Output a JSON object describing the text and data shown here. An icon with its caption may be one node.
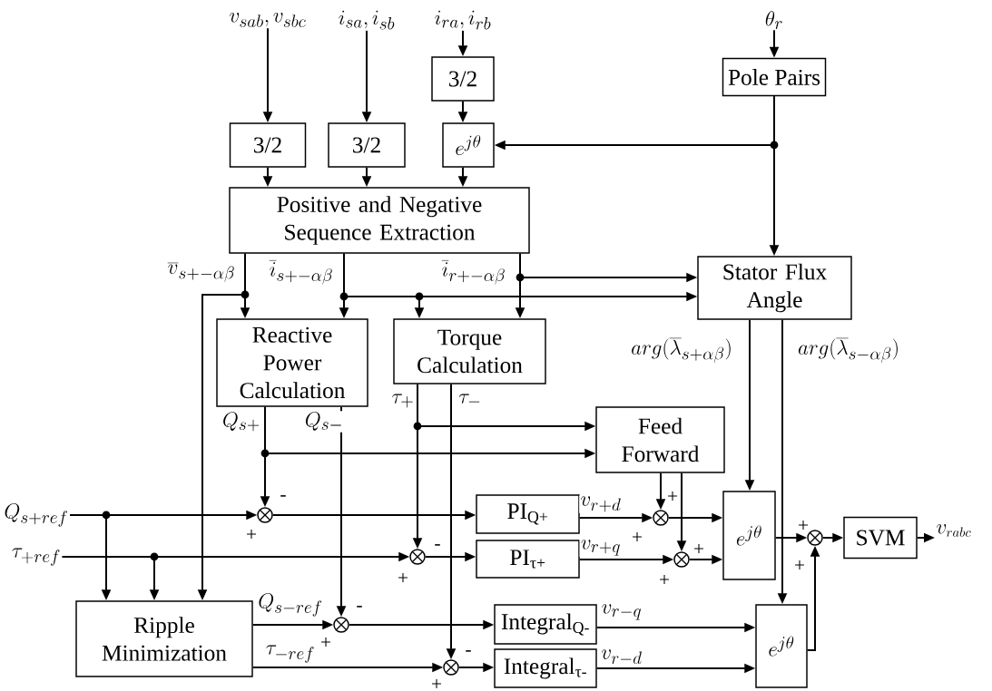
{
  "diagram": {
    "nodes": [
      {
        "text": [
          "v_{sab}, v_{sbc}"
        ]
      },
      {
        "text": [
          "i_{sa}, i_{sb}"
        ]
      },
      {
        "text": [
          "i_{ra}, i_{rb}"
        ]
      },
      {
        "text": [
          "\\theta_{r}"
        ]
      },
      {
        "text": [
          "3/2"
        ]
      },
      {
        "text": [
          "Pole Pairs"
        ]
      },
      {
        "text": [
          "3/2"
        ]
      },
      {
        "text": [
          "3/2"
        ]
      },
      {
        "text": [
          "e^{j\\theta}"
        ]
      },
      {
        "text": [
          "Positive and Negative Sequence Extraction"
        ]
      },
      {
        "text": [
          "Stator Flux Angle"
        ]
      },
      {
        "text": [
          "Reactive Power Calculation"
        ]
      },
      {
        "text": [
          "Torque Calculation"
        ]
      },
      {
        "text": [
          "Feed Forward"
        ]
      },
      {
        "text": [
          "Q_{s+ref}"
        ]
      },
      {
        "text": [],
        "shape": "circle"
      },
      {
        "text": [
          "PI$_{Q+}$"
        ]
      },
      {
        "text": [],
        "shape": "circle"
      },
      {
        "text": [
          "e^{j\\theta}"
        ]
      },
      {
        "text": [],
        "shape": "circle"
      },
      {
        "text": [
          "SVM"
        ]
      },
      {
        "text": [
          "v_{rabc}"
        ]
      },
      {
        "text": [
          "\\tau_{+ref}"
        ]
      },
      {
        "text": [],
        "shape": "circle"
      },
      {
        "text": [
          "PI$_{τ+}$"
        ]
      },
      {
        "text": [],
        "shape": "circle"
      },
      {
        "text": [
          "Ripple Minimization"
        ]
      },
      {
        "text": [],
        "shape": "circle"
      },
      {
        "text": [
          "Integral$_{Q-}$"
        ]
      },
      {
        "text": [
          "e^{j\\theta}"
        ]
      },
      {
        "text": [],
        "shape": "circle"
      },
      {
        "text": [
          "Integral$_{τ-}$"
        ]
      }
    ],
    "edges": [
      {
        "from": 0,
        "to": 6,
        "arrow": "to"
      },
      {
        "from": 1,
        "to": 7,
        "arrow": "to"
      },
      {
        "from": 2,
        "to": 4,
        "arrow": "to"
      },
      {
        "from": 4,
        "to": 8,
        "arrow": "to"
      },
      {
        "from": 3,
        "to": 5,
        "arrow": "to"
      },
      {
        "from": 5,
        "to": 8,
        "arrow": "to"
      },
      {
        "from": 5,
        "to": 10,
        "arrow": "to"
      },
      {
        "from": 6,
        "to": 9,
        "arrow": "to"
      },
      {
        "from": 7,
        "to": 9,
        "arrow": "to"
      },
      {
        "from": 8,
        "to": 9,
        "arrow": "to"
      },
      {
        "from": 9,
        "to": 11,
        "arrow": "to",
        "label": "\\overline{v}_{s+-\\alpha\\beta}"
      },
      {
        "from": 9,
        "to": 26,
        "arrow": "to"
      },
      {
        "from": 9,
        "to": 11,
        "arrow": "to",
        "label": "\\overline{i}_{s+-\\alpha\\beta}"
      },
      {
        "from": 9,
        "to": 12,
        "arrow": "to"
      },
      {
        "from": 9,
        "to": 10,
        "arrow": "to"
      },
      {
        "from": 9,
        "to": 12,
        "arrow": "to",
        "label": "\\overline{i}_{r+-\\alpha\\beta}"
      },
      {
        "from": 9,
        "to": 10,
        "arrow": "to"
      },
      {
        "from": 11,
        "to": 15,
        "arrow": "to",
        "label": "Q_{s+}"
      },
      {
        "from": 11,
        "to": 13,
        "arrow": "to"
      },
      {
        "from": 11,
        "to": 27,
        "arrow": "to",
        "label": "Q_{s-}"
      },
      {
        "from": 12,
        "to": 23,
        "arrow": "to",
        "label": "\\tau_{+}"
      },
      {
        "from": 12,
        "to": 13,
        "arrow": "to"
      },
      {
        "from": 12,
        "to": 30,
        "arrow": "to",
        "label": "\\tau_{-}"
      },
      {
        "from": 10,
        "to": 18,
        "arrow": "to",
        "label": "arg(\\overline{\\lambda}_{s+\\alpha\\beta})"
      },
      {
        "from": 10,
        "to": 29,
        "arrow": "to",
        "label": "arg(\\overline{\\lambda}_{s-\\alpha\\beta})"
      },
      {
        "from": 14,
        "to": 15,
        "arrow": "to"
      },
      {
        "from": 14,
        "to": 26,
        "arrow": "to"
      },
      {
        "from": 22,
        "to": 23,
        "arrow": "to"
      },
      {
        "from": 22,
        "to": 26,
        "arrow": "to"
      },
      {
        "from": 15,
        "to": 16,
        "arrow": "to"
      },
      {
        "from": 23,
        "to": 24,
        "arrow": "to"
      },
      {
        "from": 16,
        "to": 17,
        "arrow": "to",
        "label": "v_{r+d}"
      },
      {
        "from": 24,
        "to": 25,
        "arrow": "to",
        "label": "v_{r+q}"
      },
      {
        "from": 13,
        "to": 17,
        "arrow": "to"
      },
      {
        "from": 13,
        "to": 25,
        "arrow": "to"
      },
      {
        "from": 17,
        "to": 18,
        "arrow": "to"
      },
      {
        "from": 25,
        "to": 18,
        "arrow": "to"
      },
      {
        "from": 18,
        "to": 19,
        "arrow": "to"
      },
      {
        "from": 29,
        "to": 19,
        "arrow": "to"
      },
      {
        "from": 19,
        "to": 20,
        "arrow": "to"
      },
      {
        "from": 20,
        "to": 21,
        "arrow": "to"
      },
      {
        "from": 26,
        "to": 27,
        "arrow": "to",
        "label": "Q_{s-ref}"
      },
      {
        "from": 26,
        "to": 30,
        "arrow": "to",
        "label": "\\tau_{-ref}"
      },
      {
        "from": 27,
        "to": 28,
        "arrow": "to"
      },
      {
        "from": 30,
        "to": 31,
        "arrow": "to"
      },
      {
        "from": 28,
        "to": 29,
        "arrow": "to",
        "label": "v_{r-q}"
      },
      {
        "from": 31,
        "to": 29,
        "arrow": "to",
        "label": "v_{r-d}"
      }
    ],
    "labels": [
      "+",
      "-",
      "+",
      "+",
      "+",
      "-",
      "+",
      "+",
      "+",
      "+",
      "-",
      "+",
      "-",
      "+"
    ]
  }
}
